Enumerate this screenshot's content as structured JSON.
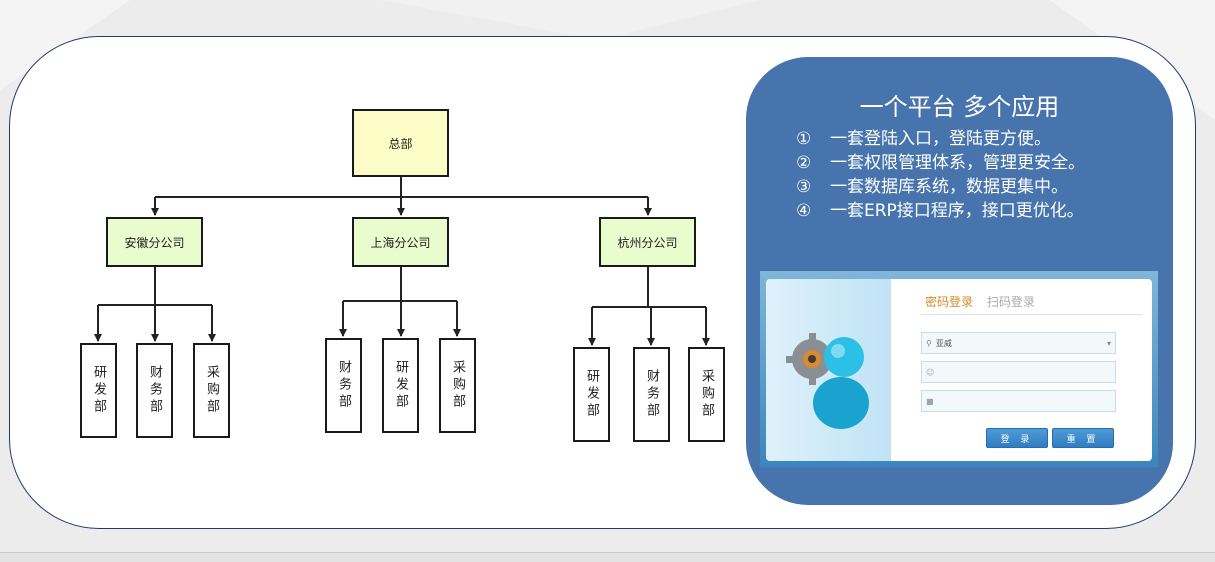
{
  "org_chart": {
    "hq": "总部",
    "branches": [
      {
        "name": "安徽分公司",
        "departments": [
          "研发部",
          "财务部",
          "采购部"
        ]
      },
      {
        "name": "上海分公司",
        "departments": [
          "财务部",
          "研发部",
          "采购部"
        ]
      },
      {
        "name": "杭州分公司",
        "departments": [
          "研发部",
          "财务部",
          "采购部"
        ]
      }
    ]
  },
  "panel": {
    "title": "一个平台 多个应用",
    "features": [
      {
        "num": "①",
        "text": "一套登陆入口，登陆更方便。"
      },
      {
        "num": "②",
        "text": "一套权限管理体系，管理更安全。"
      },
      {
        "num": "③",
        "text": "一套数据库系统，数据更集中。"
      },
      {
        "num": "④",
        "text": "一套ERP接口程序，接口更优化。"
      }
    ],
    "login": {
      "tab_password": "密码登录",
      "tab_scan": "扫码登录",
      "company_field": "亚威",
      "login_button": "登 录",
      "reset_button": "重 置"
    }
  },
  "colors": {
    "panel_blue": "#4874ae",
    "hq_fill": "#fefcc6",
    "branch_fill": "#e9fcce"
  }
}
